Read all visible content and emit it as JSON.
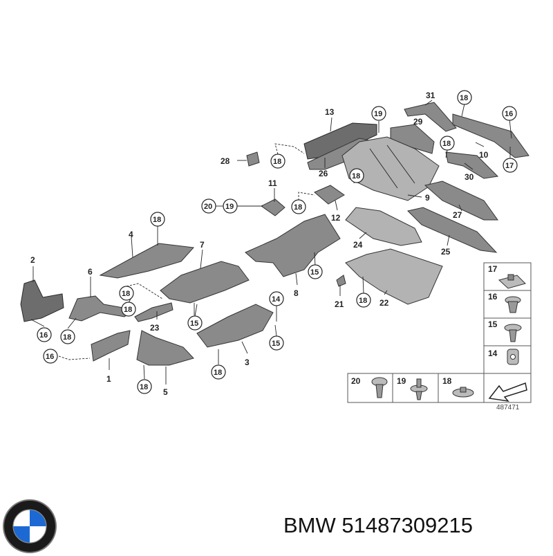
{
  "callouts": [
    {
      "id": "c31",
      "label": "31"
    },
    {
      "id": "c18a",
      "label": "18"
    },
    {
      "id": "c13",
      "label": "13"
    },
    {
      "id": "c19a",
      "label": "19"
    },
    {
      "id": "c16a",
      "label": "16"
    },
    {
      "id": "c29",
      "label": "29"
    },
    {
      "id": "c18b",
      "label": "18"
    },
    {
      "id": "c10",
      "label": "10"
    },
    {
      "id": "c17",
      "label": "17"
    },
    {
      "id": "c28",
      "label": "28"
    },
    {
      "id": "c18c",
      "label": "18"
    },
    {
      "id": "c26",
      "label": "26"
    },
    {
      "id": "c30",
      "label": "30"
    },
    {
      "id": "c11",
      "label": "11"
    },
    {
      "id": "c18d",
      "label": "18"
    },
    {
      "id": "c9",
      "label": "9"
    },
    {
      "id": "c20",
      "label": "20"
    },
    {
      "id": "c19b",
      "label": "19"
    },
    {
      "id": "c18e",
      "label": "18"
    },
    {
      "id": "c12",
      "label": "12"
    },
    {
      "id": "c27",
      "label": "27"
    },
    {
      "id": "c4",
      "label": "4"
    },
    {
      "id": "c18f",
      "label": "18"
    },
    {
      "id": "c7",
      "label": "7"
    },
    {
      "id": "c24",
      "label": "24"
    },
    {
      "id": "c25",
      "label": "25"
    },
    {
      "id": "c2",
      "label": "2"
    },
    {
      "id": "c6",
      "label": "6"
    },
    {
      "id": "c15a",
      "label": "15"
    },
    {
      "id": "c8",
      "label": "8"
    },
    {
      "id": "c18g",
      "label": "18"
    },
    {
      "id": "c18h",
      "label": "18"
    },
    {
      "id": "c14",
      "label": "14"
    },
    {
      "id": "c21",
      "label": "21"
    },
    {
      "id": "c18i",
      "label": "18"
    },
    {
      "id": "c22",
      "label": "22"
    },
    {
      "id": "c23",
      "label": "23"
    },
    {
      "id": "c16b",
      "label": "16"
    },
    {
      "id": "c18j",
      "label": "18"
    },
    {
      "id": "c15b",
      "label": "15"
    },
    {
      "id": "c15c",
      "label": "15"
    },
    {
      "id": "c16c",
      "label": "16"
    },
    {
      "id": "c1",
      "label": "1"
    },
    {
      "id": "c3",
      "label": "3"
    },
    {
      "id": "c18k",
      "label": "18"
    },
    {
      "id": "c18l",
      "label": "18"
    },
    {
      "id": "c5",
      "label": "5"
    }
  ],
  "legend": {
    "items": [
      {
        "id": "l17",
        "label": "17",
        "icon": "clip-nut-icon"
      },
      {
        "id": "l16",
        "label": "16",
        "icon": "expanding-nut-icon"
      },
      {
        "id": "l15",
        "label": "15",
        "icon": "push-rivet-icon"
      },
      {
        "id": "l14",
        "label": "14",
        "icon": "spreader-nut-icon"
      },
      {
        "id": "l20",
        "label": "20",
        "icon": "clip-fastener-icon"
      },
      {
        "id": "l19",
        "label": "19",
        "icon": "expanding-rivet-icon"
      },
      {
        "id": "l18",
        "label": "18",
        "icon": "flat-washer-nut-icon"
      }
    ]
  },
  "reference_code": "487471",
  "footer": {
    "brand_text": "BMW 51487309215"
  },
  "colors": {
    "part_fill": "#8a8a8a",
    "outline": "#222222",
    "bmw_blue": "#1c69d4"
  }
}
